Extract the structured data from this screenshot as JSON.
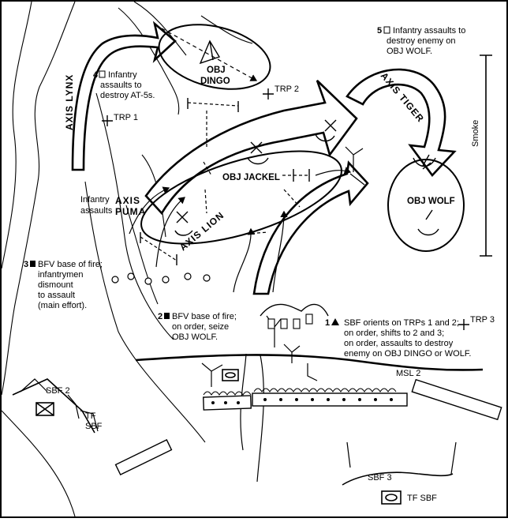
{
  "axes": {
    "lynx": "AXIS LYNX",
    "tiger": "AXIS TIGER",
    "puma_line1": "AXIS",
    "puma_line2": "PUMA",
    "lion": "AXIS LION"
  },
  "objectives": {
    "dingo_line1": "OBJ",
    "dingo_line2": "DINGO",
    "jackel": "OBJ JACKEL",
    "wolf": "OBJ WOLF"
  },
  "trps": {
    "trp1": "TRP 1",
    "trp2": "TRP 2",
    "trp3": "TRP 3"
  },
  "phase_line": "MSL 2",
  "smoke": "Smoke",
  "positions": {
    "sbf2": "SBF 2",
    "sbf3": "SBF 3",
    "tf_sbf_left_1": "TF",
    "tf_sbf_left_2": "SBF",
    "tf_sbf_bottom": "TF SBF"
  },
  "notes": {
    "note1": [
      "1",
      "SBF orients on TRPs 1 and 2;",
      "on order, shifts to 2 and 3;",
      "on order, assaults to destroy",
      "enemy on OBJ DINGO or WOLF."
    ],
    "note2": [
      "2",
      "BFV base of fire;",
      "on order, seize",
      "OBJ WOLF."
    ],
    "note3": [
      "3",
      "BFV base of fire;",
      "infantrymen",
      "dismount",
      "to assault",
      "(main effort)."
    ],
    "note4": [
      "4",
      "Infantry",
      "assaults to",
      "destroy AT-5s."
    ],
    "note5": [
      "5",
      "Infantry assaults to",
      "destroy enemy on",
      "OBJ WOLF."
    ],
    "infantry_assaults": [
      "Infantry",
      "assaults"
    ]
  }
}
